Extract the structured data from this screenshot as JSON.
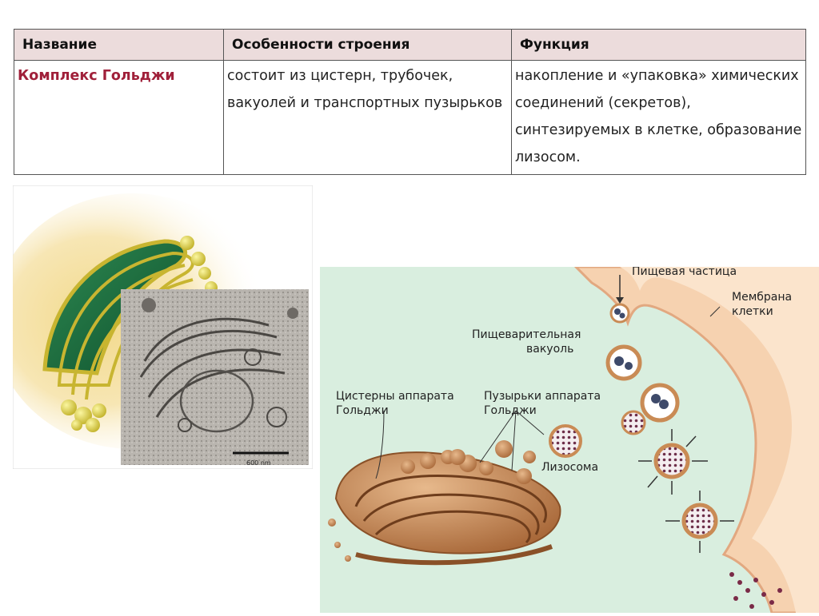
{
  "table": {
    "headers": [
      "Название",
      "Особенности строения",
      "Функция"
    ],
    "row": {
      "name": "Комплекс Гольджи",
      "structure": "состоит из цистерн, трубочек, вакуолей и транспортных пузырьков",
      "function": "накопление и «упаковка» химических соединений (секретов), синтезируемых в клетке, образование лизосом."
    }
  },
  "left_figure": {
    "scale_label": "600 nm"
  },
  "right_figure": {
    "labels": {
      "food_particle": "Пищевая частица",
      "membrane_line1": "Мембрана",
      "membrane_line2": "клетки",
      "vacuole_line1": "Пищеварительная",
      "vacuole_line2": "вакуоль",
      "cisterns_line1": "Цистерны аппарата",
      "cisterns_line2": "Гольджи",
      "vesicles_line1": "Пузырьки аппарата",
      "vesicles_line2": "Гольджи",
      "lysosome": "Лизосома"
    }
  },
  "colors": {
    "header_bg": "#ecdcdc",
    "name_color": "#a0203a",
    "cytoplasm": "#d9eedf",
    "membrane": "#f6d2b0",
    "golgi": "#c98b55"
  }
}
